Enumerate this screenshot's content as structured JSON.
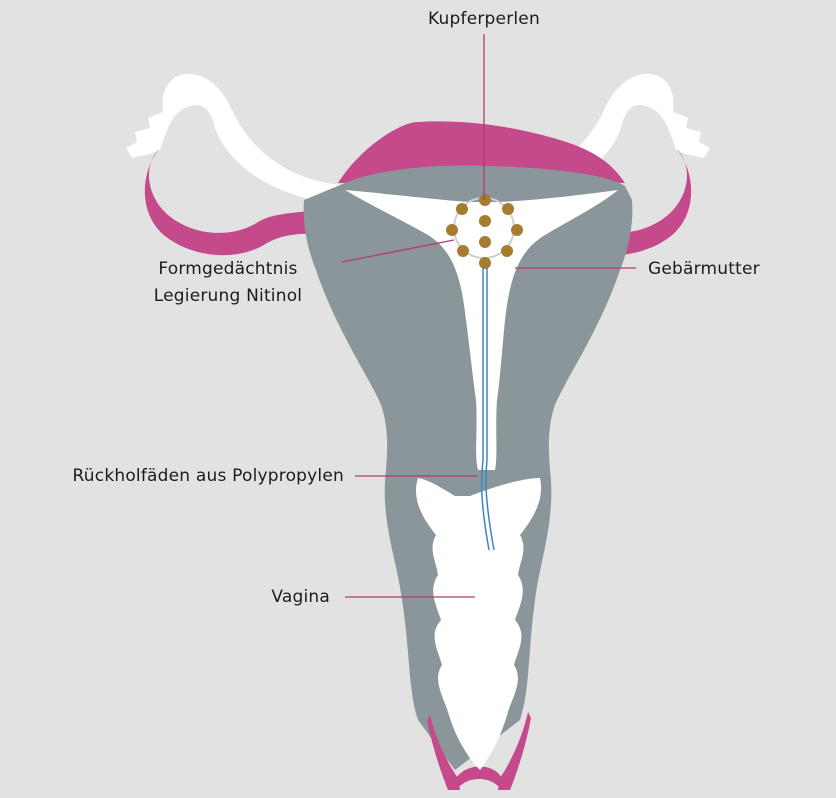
{
  "labels": {
    "copper_beads": "Kupferperlen",
    "shape_memory_line1": "Formgedächtnis",
    "shape_memory_line2": "Legierung Nitinol",
    "uterus": "Gebärmutter",
    "retrieval_threads": "Rückholfäden aus Polypropylen",
    "vagina": "Vagina"
  },
  "colors": {
    "background": "#e2e2e2",
    "tissue_grey": "#8b969b",
    "magenta": "#c44a8c",
    "white": "#ffffff",
    "copper": "#a67c2e",
    "thread_blue": "#3b86c6",
    "leader_line": "#b23a74",
    "frame_ring": "#cfcfcf"
  }
}
